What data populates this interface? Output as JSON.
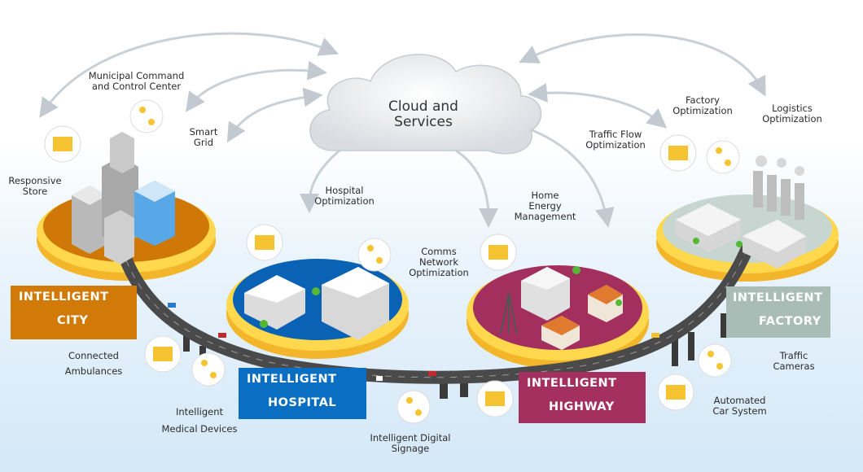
{
  "center": {
    "label": "Cloud and\nServices"
  },
  "districts": [
    {
      "id": "city",
      "line1": "INTELLIGENT",
      "line2": "CITY",
      "color": "#d27a08"
    },
    {
      "id": "hospital",
      "line1": "INTELLIGENT",
      "line2": "HOSPITAL",
      "color": "#0a6fc2"
    },
    {
      "id": "highway",
      "line1": "INTELLIGENT",
      "line2": "HIGHWAY",
      "color": "#a3305f"
    },
    {
      "id": "factory",
      "line1": "INTELLIGENT",
      "line2": "FACTORY",
      "color": "#a9bcb5"
    }
  ],
  "labels": {
    "municipal": "Municipal Command\nand Control Center",
    "smart_grid": "Smart\nGrid",
    "responsive_store": "Responsive\nStore",
    "hospital_opt": "Hospital\nOptimization",
    "comms": "Comms\nNetwork\nOptimization",
    "home_energy": "Home\nEnergy\nManagement",
    "traffic_flow": "Traffic Flow\nOptimization",
    "factory_opt": "Factory\nOptimization",
    "logistics": "Logistics\nOptimization",
    "ambulances": "Connected\nAmbulances",
    "medical": "Intelligent\nMedical Devices",
    "signage": "Intelligent  Digital\nSignage",
    "traffic_cameras": "Traffic\nCameras",
    "car_system": "Automated\nCar System"
  },
  "colors": {
    "platform_gold": "#f6c431",
    "city_top": "#cf7808",
    "hospital_top": "#0a62b4",
    "highway_top": "#a32f5e",
    "factory_top": "#c7d6d1",
    "road": "#4a4a4a",
    "arrow": "#c9d0d6"
  }
}
